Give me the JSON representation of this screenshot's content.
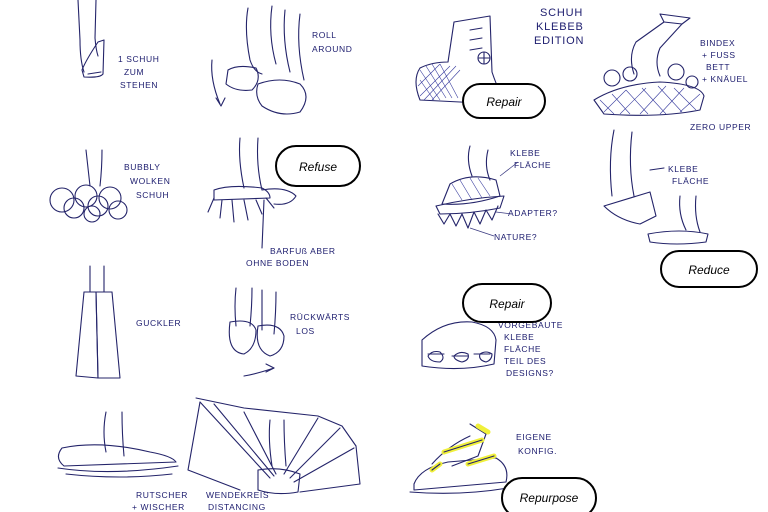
{
  "colors": {
    "ink": "#24246a",
    "highlight": "#f0f03a",
    "pill_border": "#000000"
  },
  "sketch_notes": {
    "n1": [
      "1 SCHUH",
      "ZUM",
      "STEHEN"
    ],
    "n2": [
      "ROLL",
      "AROUND"
    ],
    "n3": [
      "BUBBLY",
      "WOLKEN",
      "SCHUH"
    ],
    "n4": [
      "BARFUß ABER",
      "OHNE BODEN"
    ],
    "n5": [
      "GUCKLER"
    ],
    "n6": [
      "RÜCKWÄRTS",
      "LOS"
    ],
    "n7": [
      "RUTSCHER",
      "+ WISCHER"
    ],
    "n8": [
      "WENDEKREIS",
      "DISTANCING"
    ],
    "n9": [
      "SCHUH",
      "KLEBEB",
      "EDITION"
    ],
    "n10": [
      "BINDEX",
      "+ FUSS",
      "BETT",
      "+ KNÄUEL"
    ],
    "n11": [
      "ZERO UPPER"
    ],
    "n12": [
      "KLEBE",
      "FLÄCHE"
    ],
    "n13": [
      "ADAPTER?"
    ],
    "n14": [
      "NATURE?"
    ],
    "n15": [
      "KLEBE",
      "FLÄCHE"
    ],
    "n16": [
      "VORGEBAUTE",
      "KLEBE",
      "FLÄCHE",
      "TEIL DES",
      "DESIGNS?"
    ],
    "n17": [
      "EIGENE",
      "KONFIG."
    ]
  },
  "labels": {
    "repair_1": "Repair",
    "refuse": "Refuse",
    "reduce": "Reduce",
    "repair_2": "Repair",
    "repurpose": "Repurpose"
  }
}
